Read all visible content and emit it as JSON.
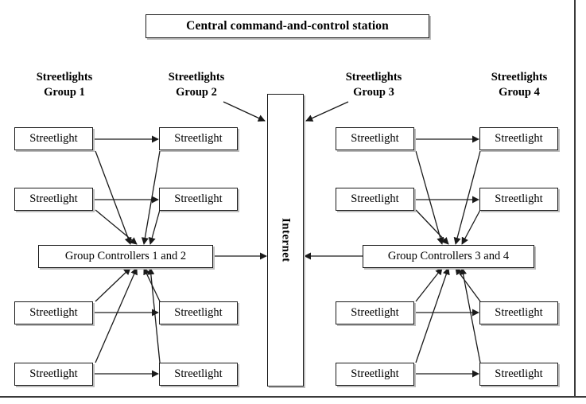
{
  "figure": {
    "title": "Central command-and-control station",
    "internet_label": "Internet",
    "node_label": "Streetlight",
    "controllers": {
      "left": "Group Controllers 1 and 2",
      "right": "Group Controllers 3 and 4"
    },
    "group_labels": [
      {
        "line1": "Streetlights",
        "line2": "Group 1"
      },
      {
        "line1": "Streetlights",
        "line2": "Group 2"
      },
      {
        "line1": "Streetlights",
        "line2": "Group 3"
      },
      {
        "line1": "Streetlights",
        "line2": "Group 4"
      }
    ],
    "streetlights": {
      "group1": [
        "Streetlight",
        "Streetlight"
      ],
      "group2": [
        "Streetlight",
        "Streetlight"
      ],
      "group3": [
        "Streetlight",
        "Streetlight"
      ],
      "group4": [
        "Streetlight",
        "Streetlight"
      ]
    },
    "colors": {
      "line": "#1a1a1a",
      "box_border": "#1a1a1a",
      "box_shadow": "#bdbdbd",
      "page_edge": "#3a3a3a",
      "background": "#ffffff",
      "text": "#000000"
    }
  }
}
